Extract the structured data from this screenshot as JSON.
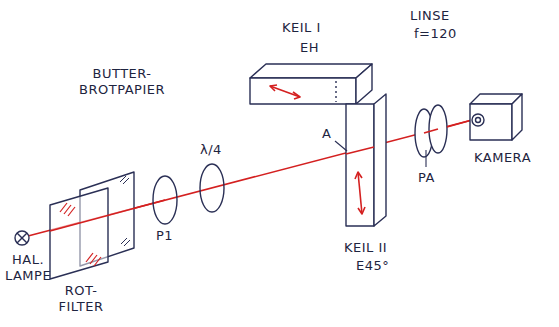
{
  "diagram": {
    "labels": [
      "HAL. LAMPE",
      "ROT- FILTER",
      "BUTTER- BROTPAPIER",
      "P1",
      "λ/4",
      "KEIL I",
      "EH",
      "A",
      "KEIL II",
      "E45°",
      "LINSE",
      "f=120",
      "PA",
      "KAMERA"
    ]
  }
}
